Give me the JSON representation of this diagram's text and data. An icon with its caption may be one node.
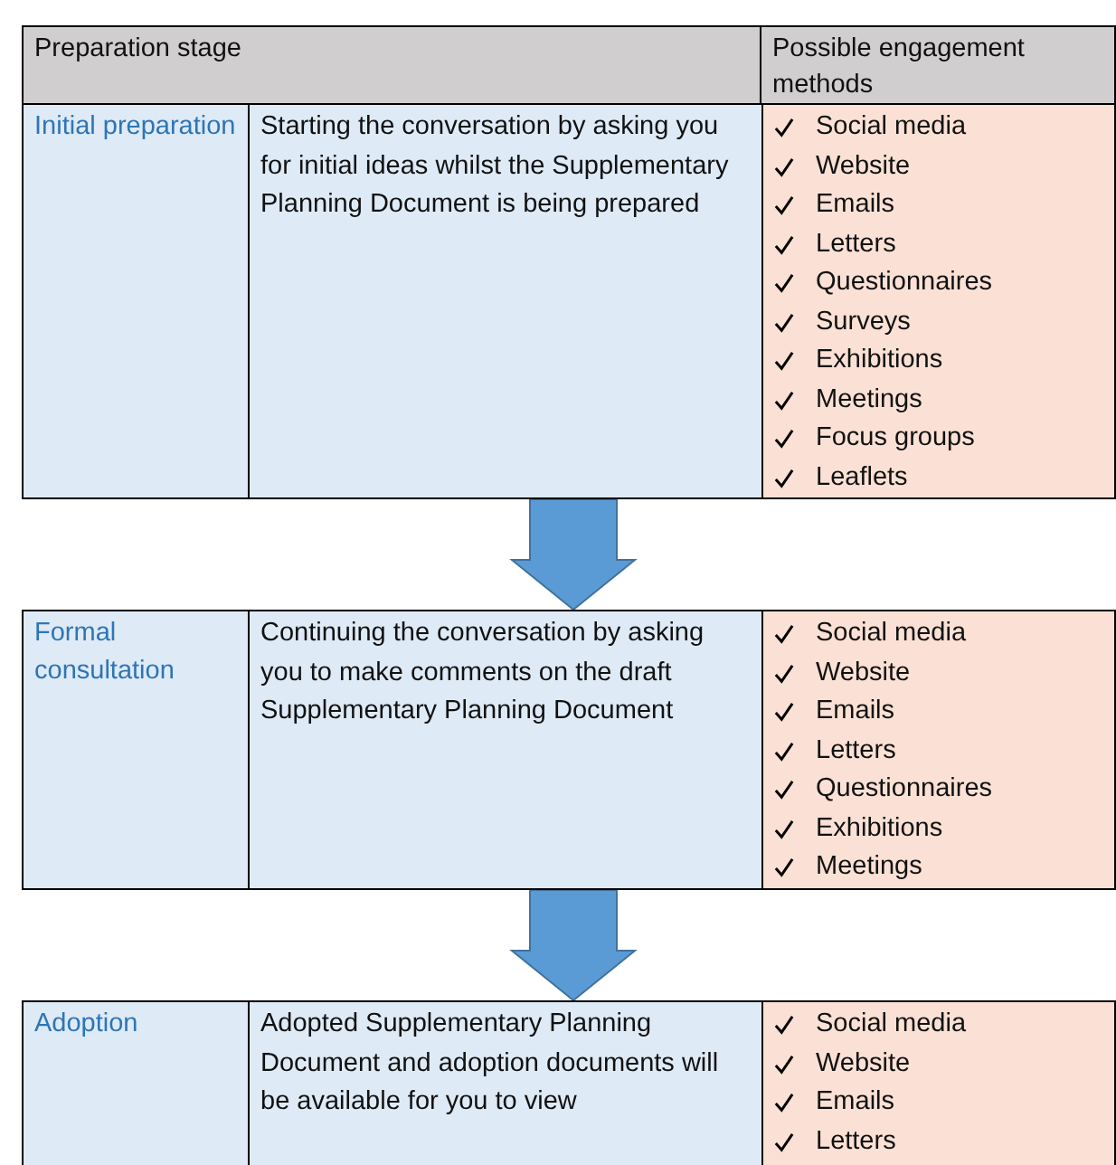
{
  "diagram": {
    "nodes": [
      {
        "text": [
          "Initial preparation",
          "Starting the conversation by asking you for initial ideas whilst the Supplementary Planning Document is being prepared",
          "Social media",
          "Website",
          "Emails",
          "Letters",
          "Questionnaires",
          "Surveys",
          "Exhibitions",
          "Meetings",
          "Focus groups",
          "Leaflets"
        ]
      },
      {
        "text": [
          "Formal consultation",
          "Continuing the conversation by asking you to make comments on the draft Supplementary Planning Document",
          "Social media",
          "Website",
          "Emails",
          "Letters",
          "Questionnaires",
          "Exhibitions",
          "Meetings"
        ]
      },
      {
        "text": [
          "Adoption",
          "Adopted Supplementary Planning Document and adoption documents will be available for you to view",
          "Social media",
          "Website",
          "Emails",
          "Letters"
        ]
      }
    ],
    "edges": [
      {
        "from": 0,
        "to": 1,
        "arrow": "to"
      },
      {
        "from": 1,
        "to": 2,
        "arrow": "to"
      }
    ],
    "labels": [
      "Preparation stage",
      "Possible engagement methods"
    ]
  }
}
